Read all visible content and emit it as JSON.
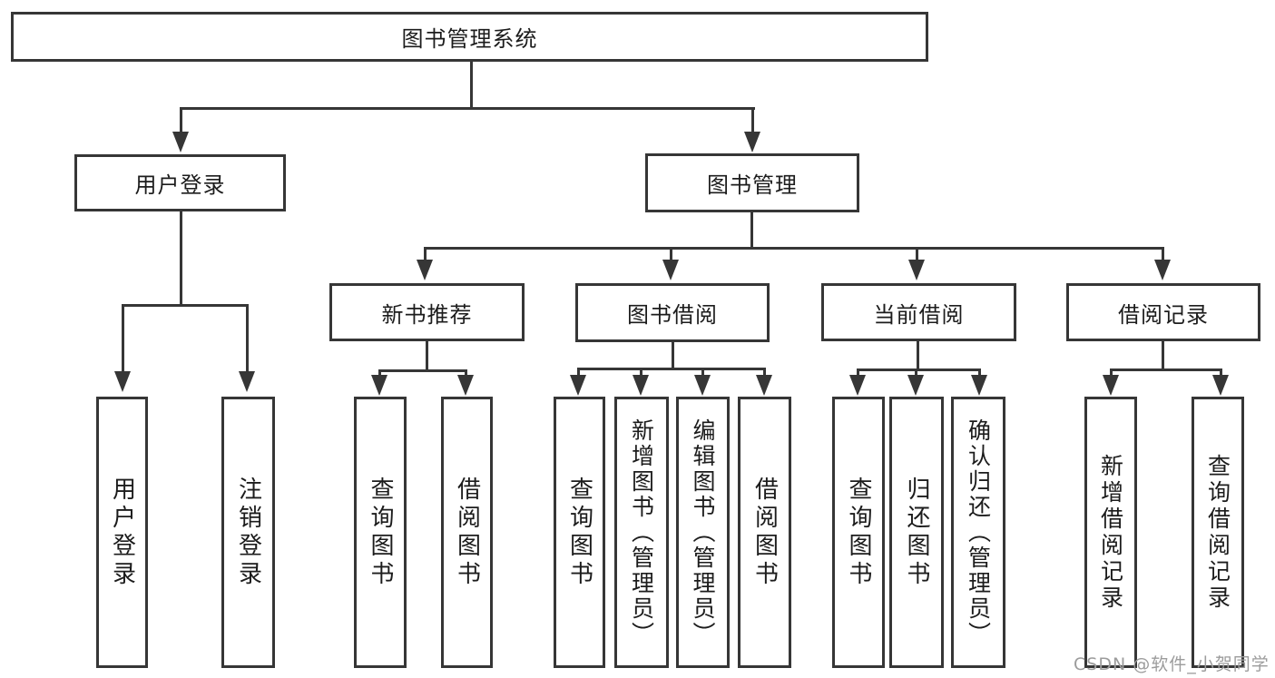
{
  "colors": {
    "background": "#ffffff",
    "line": "#363636",
    "box_border": "#363636",
    "text": "#1c1c1c",
    "watermark": "#9c9c9c"
  },
  "diagram": {
    "root": {
      "label": "图书管理系统"
    },
    "branches": [
      {
        "label": "用户登录",
        "children": [
          {
            "label": "用户登录"
          },
          {
            "label": "注销登录"
          }
        ]
      },
      {
        "label": "图书管理",
        "groups": [
          {
            "label": "新书推荐",
            "children": [
              {
                "label": "查询图书"
              },
              {
                "label": "借阅图书"
              }
            ]
          },
          {
            "label": "图书借阅",
            "children": [
              {
                "label": "查询图书"
              },
              {
                "label": "新增图书（管理员）"
              },
              {
                "label": "编辑图书（管理员）"
              },
              {
                "label": "借阅图书"
              }
            ]
          },
          {
            "label": "当前借阅",
            "children": [
              {
                "label": "查询图书"
              },
              {
                "label": "归还图书"
              },
              {
                "label": "确认归还（管理员）"
              }
            ]
          },
          {
            "label": "借阅记录",
            "children": [
              {
                "label": "新增借阅记录"
              },
              {
                "label": "查询借阅记录"
              }
            ]
          }
        ]
      }
    ]
  },
  "watermark": {
    "text": "CSDN @软件_小贺同学"
  }
}
